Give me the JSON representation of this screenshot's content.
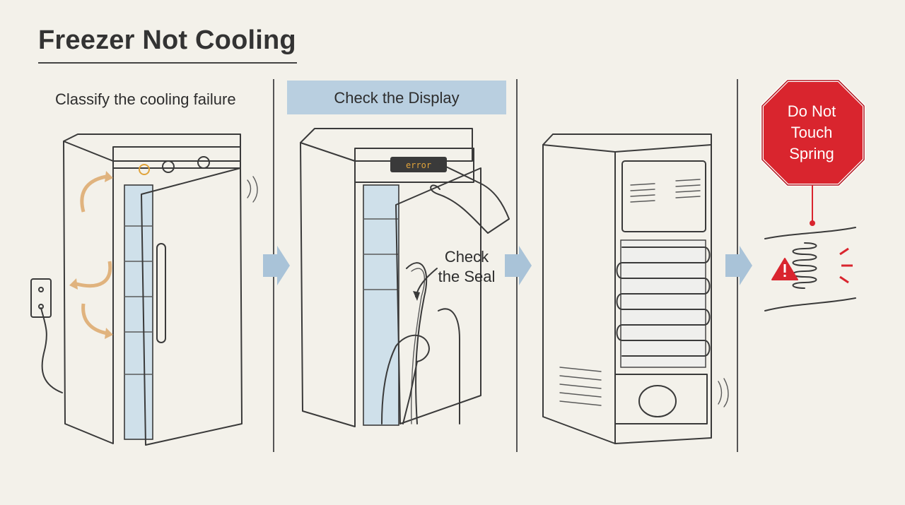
{
  "title": "Freezer Not Cooling",
  "panels": [
    {
      "caption": "Classify the cooling failure"
    },
    {
      "caption": "Check the Display",
      "display_text": "error",
      "annotation": "Check the Seal"
    },
    {
      "caption": ""
    },
    {
      "warning_sign": "Do Not Touch Spring"
    }
  ],
  "colors": {
    "background": "#f3f1ea",
    "caption_highlight": "#b9cfe0",
    "arrow": "#a9c3d8",
    "stop_sign": "#d9252e",
    "warning": "#d9252e",
    "airflow": "#e0b37e",
    "freezer_interior": "#cfe0ea"
  }
}
